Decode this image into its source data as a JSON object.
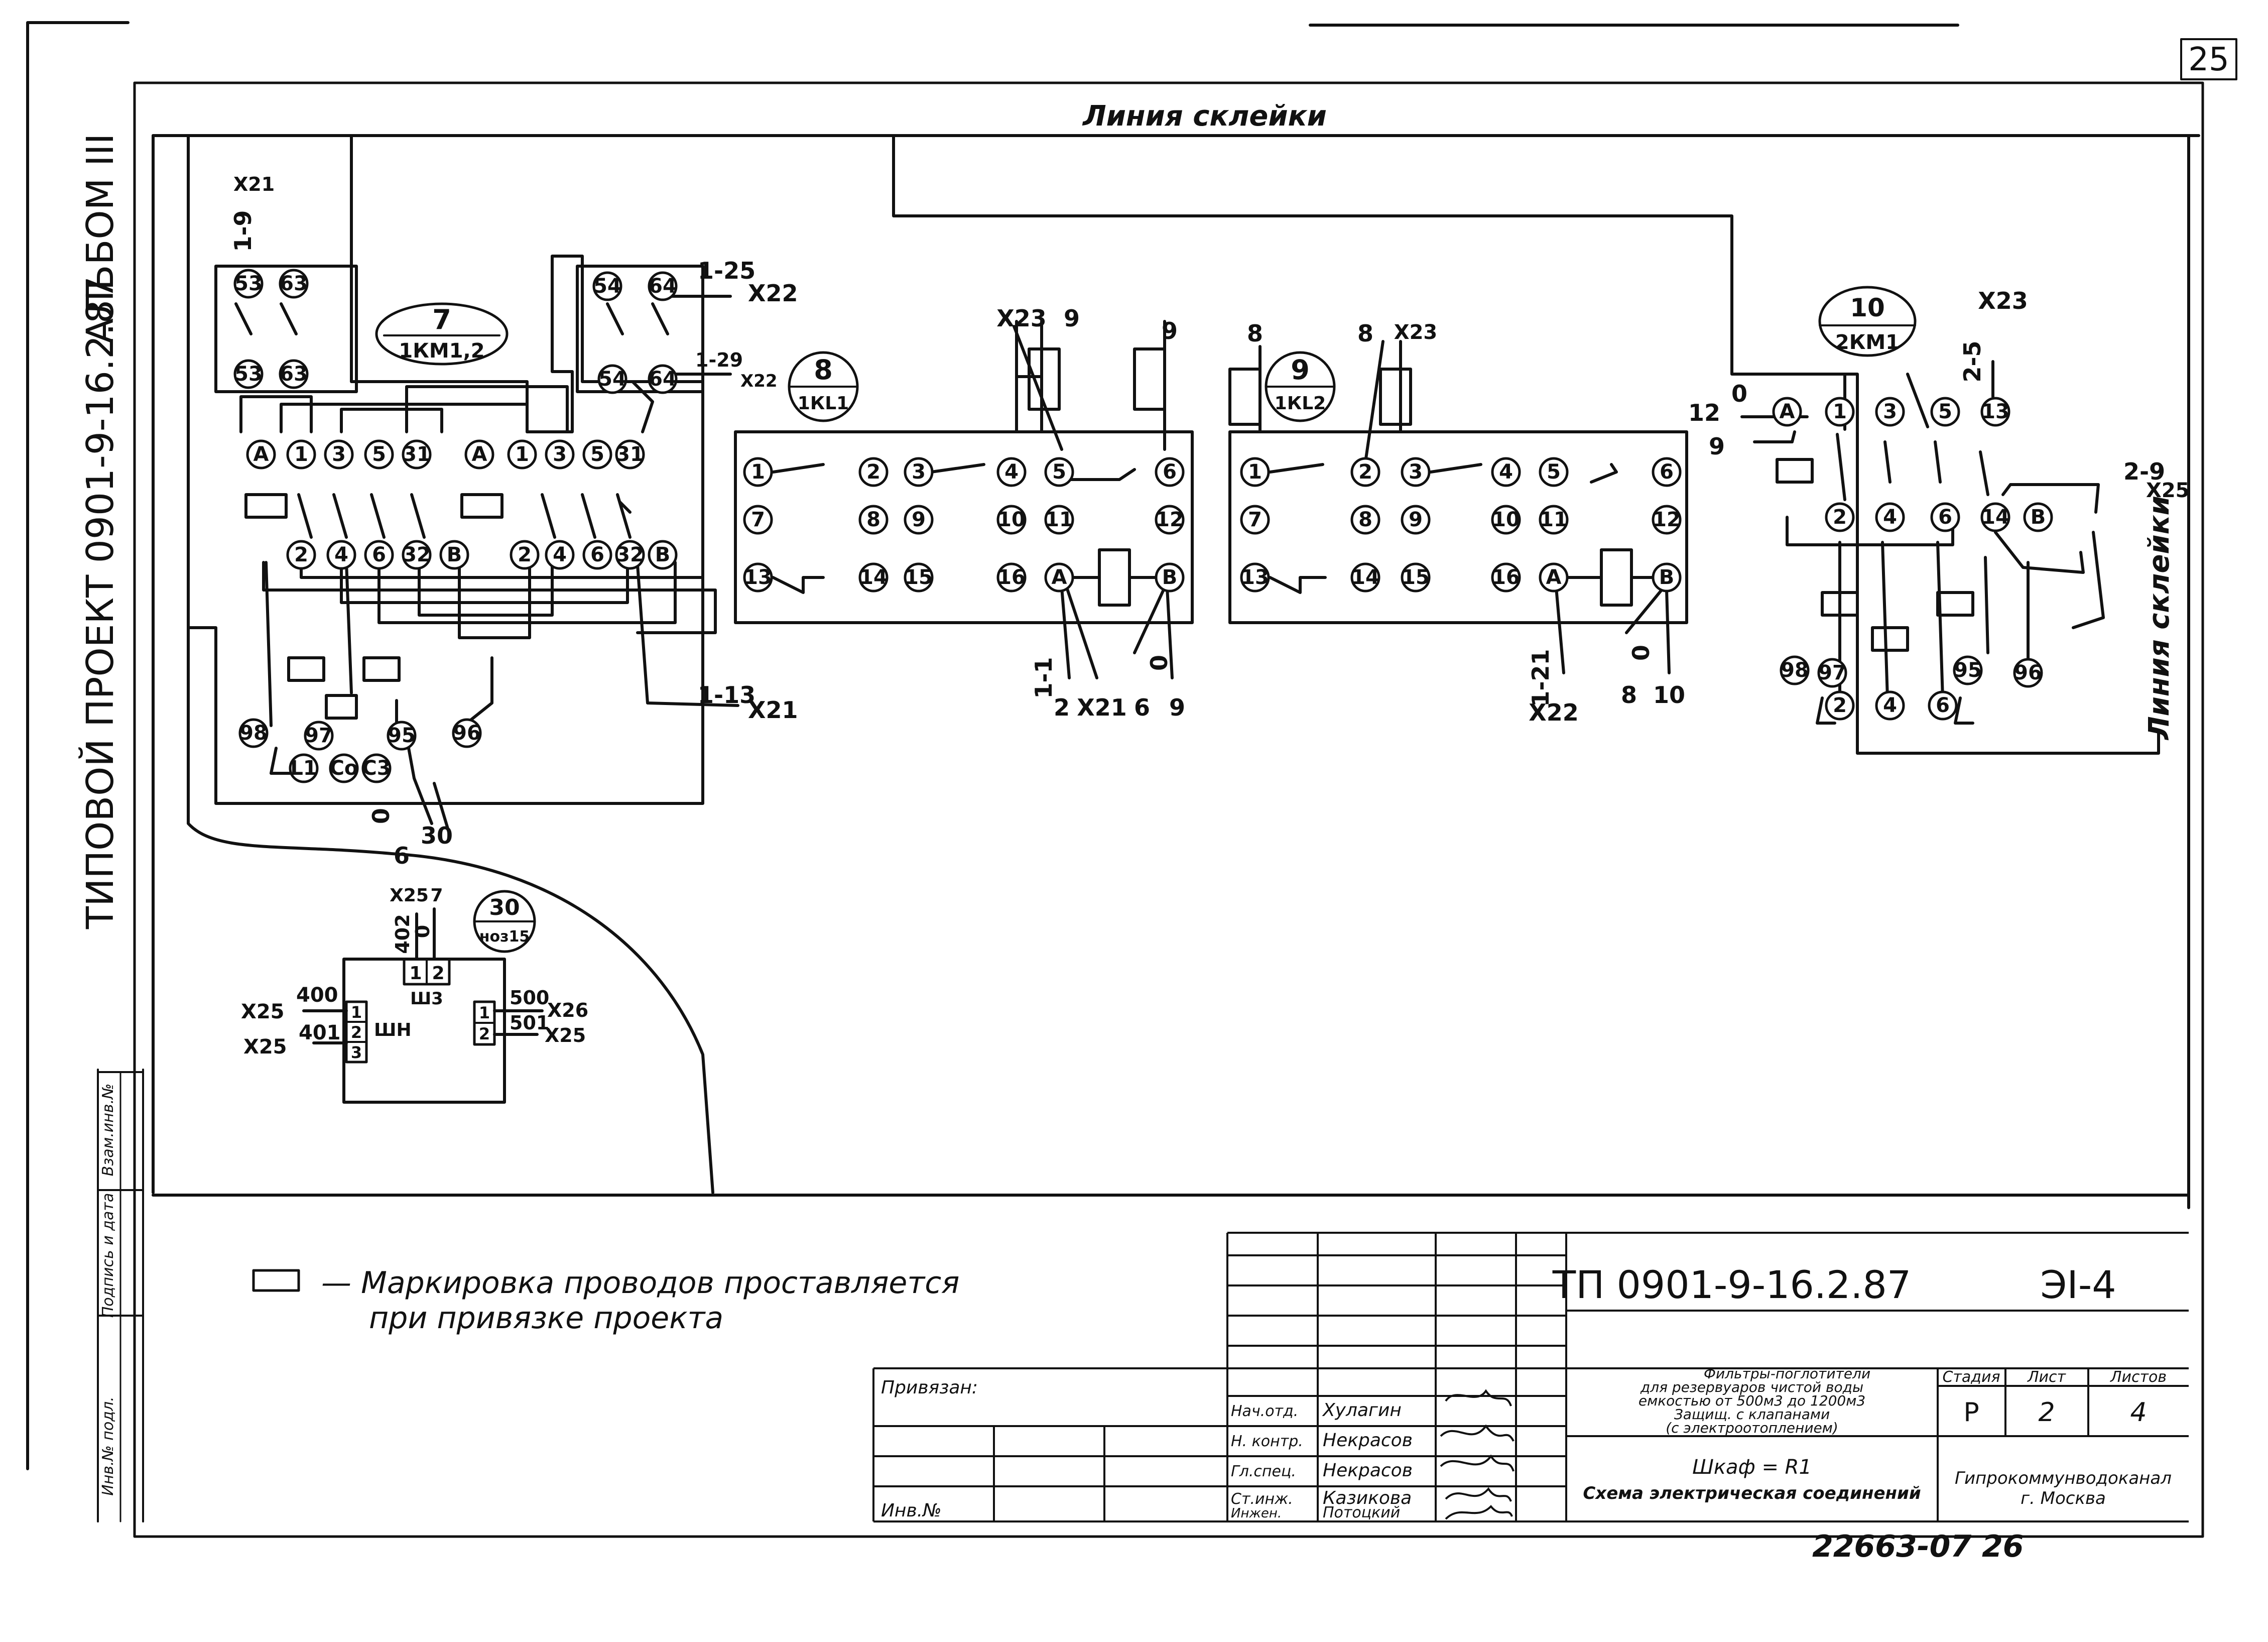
{
  "header": {
    "sheet_number": "25",
    "glue_line_top": "Линия склейки",
    "glue_line_right": "Линия склейки",
    "side_title": "ТИПОВОЙ ПРОЕКТ 0901-9-16.2.87",
    "side_album": "АЛЬБОМ III"
  },
  "side_stamp": {
    "labels": [
      "Инв.№ подл.",
      "Подпись и дата",
      "Взам.инв.№"
    ]
  },
  "block_7": {
    "title_top": "7",
    "title_bottom": "1КМ1,2",
    "wire_x21": "Х21",
    "wire_1_9": "1-9",
    "wire_1_25": "1-25",
    "wire_x22": "Х22",
    "wire_1_29": "1-29",
    "wire_x22b": "Х22",
    "wire_1_13": "1-13",
    "wire_x21b": "Х21",
    "aux_terminals": [
      "53",
      "63",
      "54",
      "64",
      "53",
      "63",
      "54",
      "64"
    ],
    "top_terminals": [
      "А",
      "1",
      "3",
      "5",
      "31",
      "А",
      "1",
      "3",
      "5",
      "31"
    ],
    "bottom_terminals": [
      "2",
      "4",
      "6",
      "32",
      "В",
      "2",
      "4",
      "6",
      "32",
      "В"
    ],
    "relay_terminals": [
      "98",
      "97",
      "95",
      "96"
    ],
    "lower_terminals": [
      "L1",
      "Co",
      "C3"
    ],
    "out_wire_0": "0",
    "out_wire_6": "6",
    "out_wire_30": "30"
  },
  "block_8": {
    "title_top": "8",
    "title_bottom": "1КL1",
    "wire_x23": "Х23",
    "wire_9a": "9",
    "wire_9b": "9",
    "row1": [
      "1",
      "2",
      "3",
      "4",
      "5",
      "6"
    ],
    "row2": [
      "7",
      "8",
      "9",
      "10",
      "11",
      "12"
    ],
    "row3": [
      "13",
      "14",
      "15",
      "16",
      "А",
      "В"
    ],
    "bottom_wires": [
      "1-1",
      "2",
      "Х21",
      "6",
      "0",
      "9"
    ]
  },
  "block_9": {
    "title_top": "9",
    "title_bottom": "1КL2",
    "wire_8a": "8",
    "wire_8b": "8",
    "wire_x23": "Х23",
    "row1": [
      "1",
      "2",
      "3",
      "4",
      "5",
      "6"
    ],
    "row2": [
      "7",
      "8",
      "9",
      "10",
      "11",
      "12"
    ],
    "row3": [
      "13",
      "14",
      "15",
      "16",
      "А",
      "В"
    ],
    "bottom_wires": [
      "1-21",
      "Х22",
      "8",
      "0",
      "10"
    ]
  },
  "block_10": {
    "title_top": "10",
    "title_bottom": "2КМ1",
    "wire_x23": "Х23",
    "wire_2_5": "2-5",
    "wire_12": "12",
    "wire_0": "0",
    "wire_9": "9",
    "wire_2_9": "2-9",
    "wire_x25": "Х25",
    "top_terminals": [
      "А",
      "1",
      "3",
      "5",
      "13"
    ],
    "mid_terminals": [
      "2",
      "4",
      "6",
      "14",
      "В"
    ],
    "relay_terminals": [
      "98",
      "97",
      "95",
      "96"
    ],
    "lower_terminals": [
      "2",
      "4",
      "6"
    ]
  },
  "block_30": {
    "title_top": "30",
    "title_bottom": "ноз15",
    "wire_x25": "Х25",
    "wire_7": "7",
    "wire_402": "402",
    "wire_0": "0",
    "connector_top": [
      "1",
      "2"
    ],
    "connector_top_label": "Ш3",
    "left_wires": [
      {
        "wire": "400",
        "ref": "Х25"
      },
      {
        "wire": "401",
        "ref": "Х25"
      }
    ],
    "left_pins": [
      "1",
      "2",
      "3"
    ],
    "left_label": "ШН",
    "right_wires": [
      {
        "wire": "500",
        "ref": "Х26"
      },
      {
        "wire": "501",
        "ref": "Х25"
      }
    ],
    "right_pins": [
      "1",
      "2"
    ]
  },
  "note": {
    "line1": "— Маркировка проводов проставляется",
    "line2": "при привязке проекта"
  },
  "title_block": {
    "code": "ТП 0901-9-16.2.87",
    "sheet_code": "ЭI-4",
    "tied_label": "Привязан:",
    "inv_label": "Инв.№",
    "staff": [
      {
        "role": "Нач.отд.",
        "name": "Хулагин"
      },
      {
        "role": "Н. контр.",
        "name": "Некрасов"
      },
      {
        "role": "Гл.спец.",
        "name": "Некрасов"
      },
      {
        "role": "Ст.инж.",
        "name": "Казикова"
      },
      {
        "role": "Инжен.",
        "name": "Потоцкий"
      }
    ],
    "description": [
      "Фильтры-поглотители",
      "для резервуаров чистой воды",
      "емкостью от 500м3 до 1200м3",
      "Защищ. с клапанами",
      "(с электроотоплением)"
    ],
    "drawing_title_1": "Шкаф = R1",
    "drawing_title_2": "Схема электрическая соединений",
    "stage_header": "Стадия",
    "sheet_header": "Лист",
    "sheets_header": "Листов",
    "stage": "Р",
    "sheet": "2",
    "sheets": "4",
    "organization_1": "Гипрокоммунводоканал",
    "organization_2": "г. Москва",
    "archive_number": "22663-07 26"
  }
}
